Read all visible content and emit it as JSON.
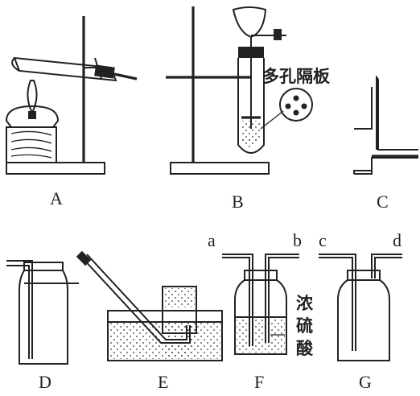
{
  "apparatus_labels": {
    "A": "A",
    "B": "B",
    "C": "C",
    "D": "D",
    "E": "E",
    "F": "F",
    "G": "G"
  },
  "annotations": {
    "porous_plate": "多孔隔板",
    "conc_acid_1": "浓",
    "conc_acid_2": "硫",
    "conc_acid_3": "酸"
  },
  "tube_ports": {
    "a": "a",
    "b": "b",
    "c": "c",
    "d": "d"
  }
}
